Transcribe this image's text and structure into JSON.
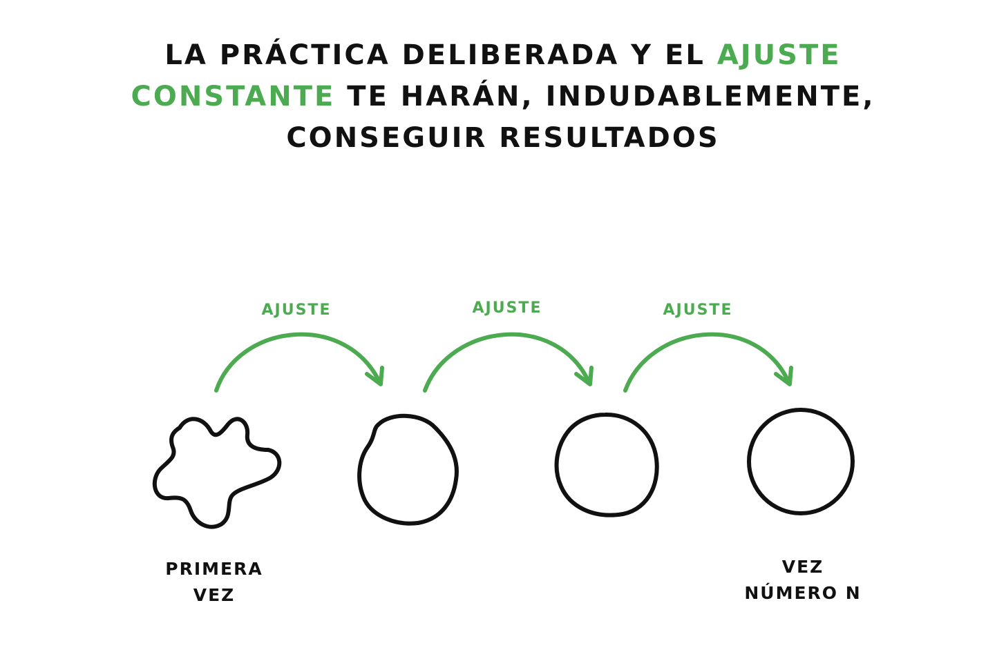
{
  "title": {
    "part1": "LA PRÁCTICA DELIBERADA Y EL ",
    "highlight1": "AJUSTE",
    "highlight2": "CONSTANTE",
    "part2": " TE HARÁN, INDUDABLEMENTE,",
    "part3": "CONSEGUIR RESULTADOS"
  },
  "arrows": [
    {
      "label": "AJUSTE"
    },
    {
      "label": "AJUSTE"
    },
    {
      "label": "AJUSTE"
    }
  ],
  "steps": [
    {
      "label_line1": "PRIMERA",
      "label_line2": "VEZ"
    },
    {
      "label_line1": "",
      "label_line2": ""
    },
    {
      "label_line1": "",
      "label_line2": ""
    },
    {
      "label_line1": "VEZ",
      "label_line2": "NÚMERO N"
    }
  ],
  "colors": {
    "accent": "#4caa50",
    "ink": "#111111"
  }
}
